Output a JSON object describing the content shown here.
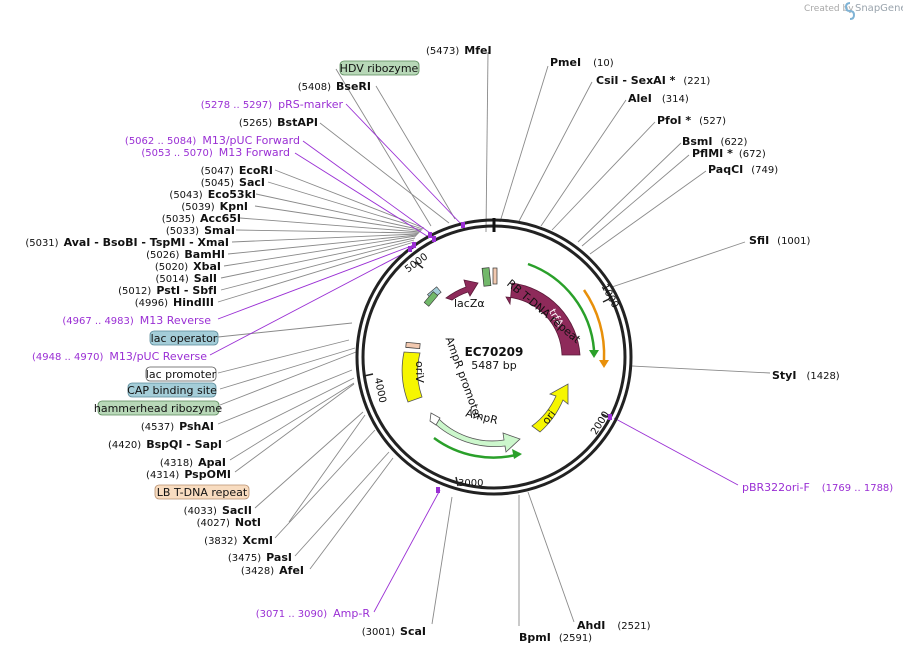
{
  "plasmid": {
    "name": "EC70209",
    "length_label": "5487 bp"
  },
  "credit": {
    "prefix": "Created by",
    "brand": "SnapGene"
  },
  "ruler_ticks": [
    "1000",
    "2000",
    "3000",
    "4000",
    "5000"
  ],
  "enzymes": [
    {
      "name": "MfeI",
      "pos": "(5473)"
    },
    {
      "name": "PmeI",
      "pos": "(10)"
    },
    {
      "name": "CsiI - SexAI *",
      "pos": "(221)"
    },
    {
      "name": "AleI",
      "pos": "(314)"
    },
    {
      "name": "PfoI *",
      "pos": "(527)"
    },
    {
      "name": "BsmI",
      "pos": "(622)"
    },
    {
      "name": "PflMI *",
      "pos": "(672)"
    },
    {
      "name": "PaqCI",
      "pos": "(749)"
    },
    {
      "name": "SfiI",
      "pos": "(1001)"
    },
    {
      "name": "StyI",
      "pos": "(1428)"
    },
    {
      "name": "AhdI",
      "pos": "(2521)"
    },
    {
      "name": "BpmI",
      "pos": "(2591)"
    },
    {
      "name": "ScaI",
      "pos": "(3001)"
    },
    {
      "name": "AfeI",
      "pos": "(3428)"
    },
    {
      "name": "PasI",
      "pos": "(3475)"
    },
    {
      "name": "XcmI",
      "pos": "(3832)"
    },
    {
      "name": "NotI",
      "pos": "(4027)"
    },
    {
      "name": "SacII",
      "pos": "(4033)"
    },
    {
      "name": "PspOMI",
      "pos": "(4314)"
    },
    {
      "name": "ApaI",
      "pos": "(4318)"
    },
    {
      "name": "BspQI - SapI",
      "pos": "(4420)"
    },
    {
      "name": "PshAI",
      "pos": "(4537)"
    },
    {
      "name": "HindIII",
      "pos": "(4996)"
    },
    {
      "name": "PstI - SbfI",
      "pos": "(5012)"
    },
    {
      "name": "SalI",
      "pos": "(5014)"
    },
    {
      "name": "XbaI",
      "pos": "(5020)"
    },
    {
      "name": "BamHI",
      "pos": "(5026)"
    },
    {
      "name": "AvaI - BsoBI - TspMI - XmaI",
      "pos": "(5031)"
    },
    {
      "name": "SmaI",
      "pos": "(5033)"
    },
    {
      "name": "Acc65I",
      "pos": "(5035)"
    },
    {
      "name": "KpnI",
      "pos": "(5039)"
    },
    {
      "name": "Eco53kI",
      "pos": "(5043)"
    },
    {
      "name": "SacI",
      "pos": "(5045)"
    },
    {
      "name": "EcoRI",
      "pos": "(5047)"
    },
    {
      "name": "BstAPI",
      "pos": "(5265)"
    },
    {
      "name": "BseRI",
      "pos": "(5408)"
    }
  ],
  "primers": [
    {
      "name": "pRS-marker",
      "range": "(5278 .. 5297)"
    },
    {
      "name": "M13/pUC Forward",
      "range": "(5062 .. 5084)"
    },
    {
      "name": "M13 Forward",
      "range": "(5053 .. 5070)"
    },
    {
      "name": "M13 Reverse",
      "range": "(4967 .. 4983)"
    },
    {
      "name": "M13/pUC Reverse",
      "range": "(4948 .. 4970)"
    },
    {
      "name": "pBR322ori-F",
      "range": "(1769 .. 1788)"
    },
    {
      "name": "Amp-R",
      "range": "(3071 .. 3090)"
    }
  ],
  "feature_boxes": [
    {
      "label": "HDV ribozyme",
      "kind": "ribozyme"
    },
    {
      "label": "lac operator",
      "kind": "protein_bind"
    },
    {
      "label": "lac promoter",
      "kind": "promoter"
    },
    {
      "label": "CAP binding site",
      "kind": "protein_bind"
    },
    {
      "label": "hammerhead ribozyme",
      "kind": "ribozyme"
    },
    {
      "label": "LB T-DNA repeat",
      "kind": "repeat"
    }
  ],
  "map_features": [
    {
      "label": "lacZα"
    },
    {
      "label": "RB T-DNA repeat"
    },
    {
      "label": "trfA"
    },
    {
      "label": "AmpR promoter"
    },
    {
      "label": "oriV"
    },
    {
      "label": "AmpR"
    },
    {
      "label": "ori"
    }
  ],
  "colors": {
    "primer": "#9a2fd4",
    "feature_maroon": "#8e2a5a",
    "ori_yellow": "#f6f600",
    "ampr_green": "#ccf7cc",
    "ribozyme_box": "#b8d8b8",
    "protein_bind_box": "#a4cdd8",
    "repeat_box": "#f8dcc0",
    "orf_green": "#2aa02a",
    "orf_orange": "#e8900a"
  }
}
